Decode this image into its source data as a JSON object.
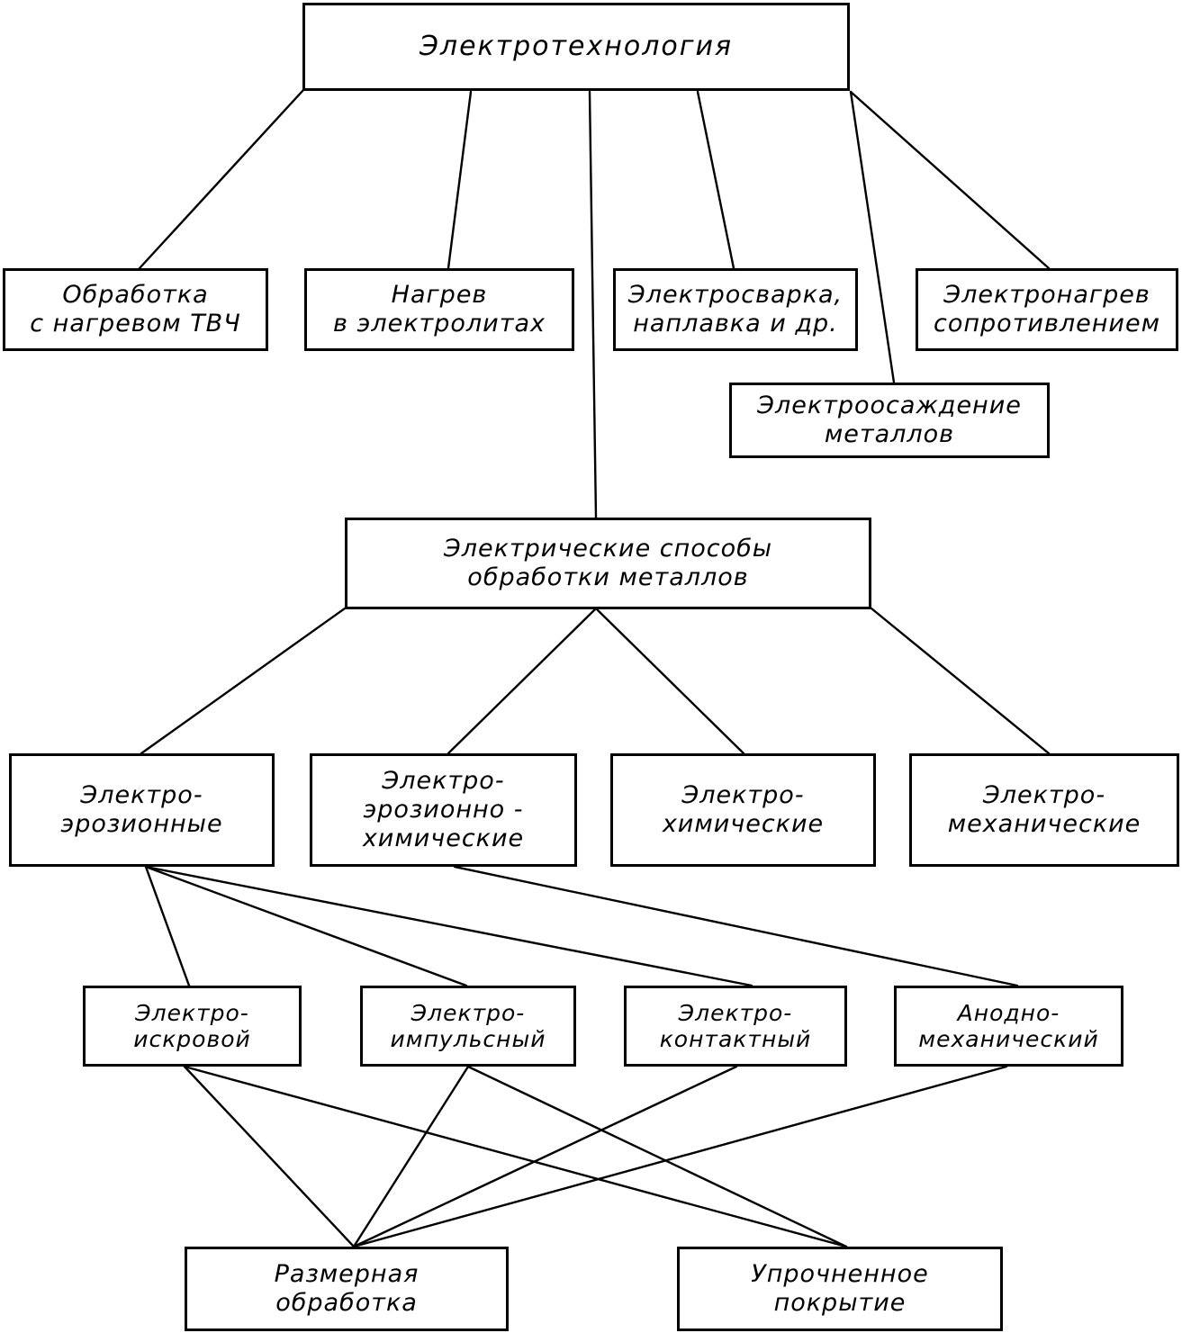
{
  "diagram": {
    "title": "Электротехнология",
    "nodes": {
      "root": {
        "lines": [
          "Электротехнология"
        ]
      },
      "tvch": {
        "lines": [
          "Обработка",
          "с нагревом ТВЧ"
        ]
      },
      "electrolyte": {
        "lines": [
          "Нагрев",
          "в электролитах"
        ]
      },
      "welding": {
        "lines": [
          "Электросварка,",
          "наплавка и др."
        ]
      },
      "resistance": {
        "lines": [
          "Электронагрев",
          "сопротивлением"
        ]
      },
      "deposition": {
        "lines": [
          "Электроосаждение",
          "металлов"
        ]
      },
      "methods": {
        "lines": [
          "Электрические способы",
          "обработки металлов"
        ]
      },
      "erosion": {
        "lines": [
          "Электро-",
          "эрозионные"
        ]
      },
      "erosion_chem": {
        "lines": [
          "Электро-",
          "эрозионно -",
          "химические"
        ]
      },
      "chemical": {
        "lines": [
          "Электро-",
          "химические"
        ]
      },
      "mechanical": {
        "lines": [
          "Электро-",
          "механические"
        ]
      },
      "spark": {
        "lines": [
          "Электро-",
          "искровой"
        ]
      },
      "pulse": {
        "lines": [
          "Электро-",
          "импульсный"
        ]
      },
      "contact": {
        "lines": [
          "Электро-",
          "контактный"
        ]
      },
      "anodic": {
        "lines": [
          "Анодно-",
          "механический"
        ]
      },
      "dimensional": {
        "lines": [
          "Размерная",
          "обработка"
        ]
      },
      "hardened": {
        "lines": [
          "Упрочненное",
          "покрытие"
        ]
      }
    },
    "edges": [
      [
        "root",
        "tvch"
      ],
      [
        "root",
        "electrolyte"
      ],
      [
        "root",
        "methods"
      ],
      [
        "root",
        "welding"
      ],
      [
        "root",
        "deposition"
      ],
      [
        "root",
        "resistance"
      ],
      [
        "methods",
        "erosion"
      ],
      [
        "methods",
        "erosion_chem"
      ],
      [
        "methods",
        "chemical"
      ],
      [
        "methods",
        "mechanical"
      ],
      [
        "erosion",
        "spark"
      ],
      [
        "erosion",
        "pulse"
      ],
      [
        "erosion",
        "contact"
      ],
      [
        "erosion_chem",
        "anodic"
      ],
      [
        "spark",
        "dimensional"
      ],
      [
        "spark",
        "hardened"
      ],
      [
        "pulse",
        "dimensional"
      ],
      [
        "pulse",
        "hardened"
      ],
      [
        "contact",
        "dimensional"
      ],
      [
        "anodic",
        "dimensional"
      ]
    ]
  }
}
